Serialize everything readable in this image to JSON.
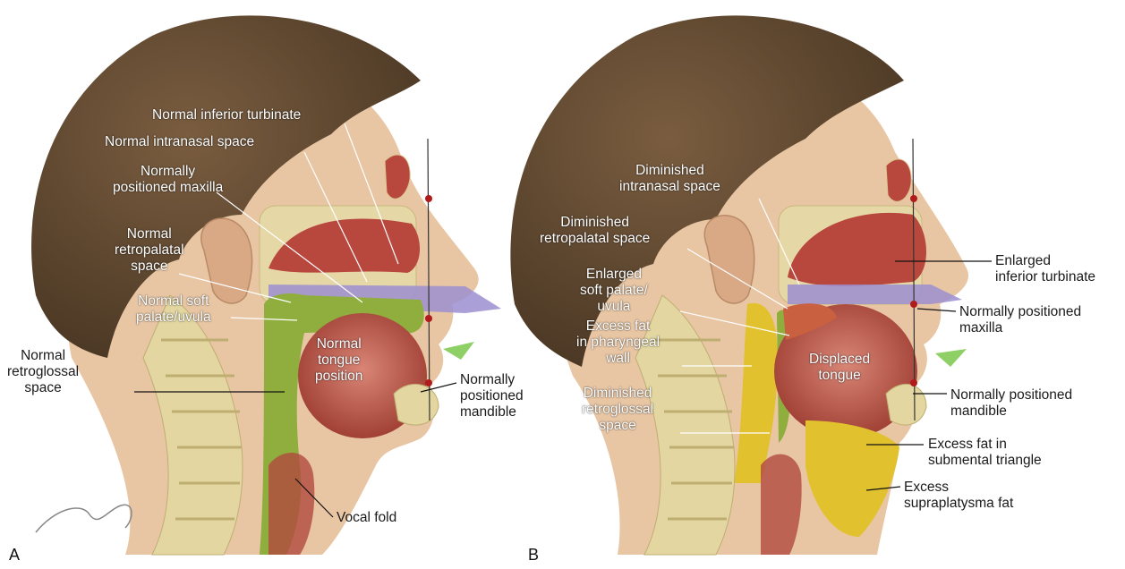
{
  "panels": {
    "a": "A",
    "b": "B"
  },
  "labels_a": {
    "inferior_turbinate": "Normal inferior turbinate",
    "intranasal_space": "Normal intranasal space",
    "maxilla": "Normally\npositioned maxilla",
    "retropalatal": "Normal\nretropalatal\nspace",
    "soft_palate": "Normal soft\npalate/uvula",
    "retroglossal": "Normal\nretroglossal\nspace",
    "tongue": "Normal\ntongue\nposition",
    "mandible": "Normally\npositioned\nmandible",
    "vocal_fold": "Vocal fold"
  },
  "labels_b": {
    "intranasal_space": "Diminished\nintranasal space",
    "retropalatal": "Diminished\nretropalatal space",
    "soft_palate": "Enlarged\nsoft palate/\nuvula",
    "pharyngeal_fat": "Excess fat\nin pharyngeal\nwall",
    "retroglossal": "Diminished\nretroglossal\nspace",
    "tongue": "Displaced\ntongue",
    "inferior_turbinate": "Enlarged\ninferior turbinate",
    "maxilla": "Normally positioned\nmaxilla",
    "mandible": "Normally positioned\nmandible",
    "submental_fat": "Excess fat in\nsubmental triangle",
    "supraplatysma_fat": "Excess\nsupraplatysma fat"
  },
  "colors": {
    "hair": "#5b4530",
    "skin": "#e9c8a8",
    "airway": "#8fae3e",
    "muscle": "#b14a3e",
    "bone": "#e3d6a0",
    "fat": "#e2c12e",
    "nasal_flow": "#9b8fd0"
  }
}
